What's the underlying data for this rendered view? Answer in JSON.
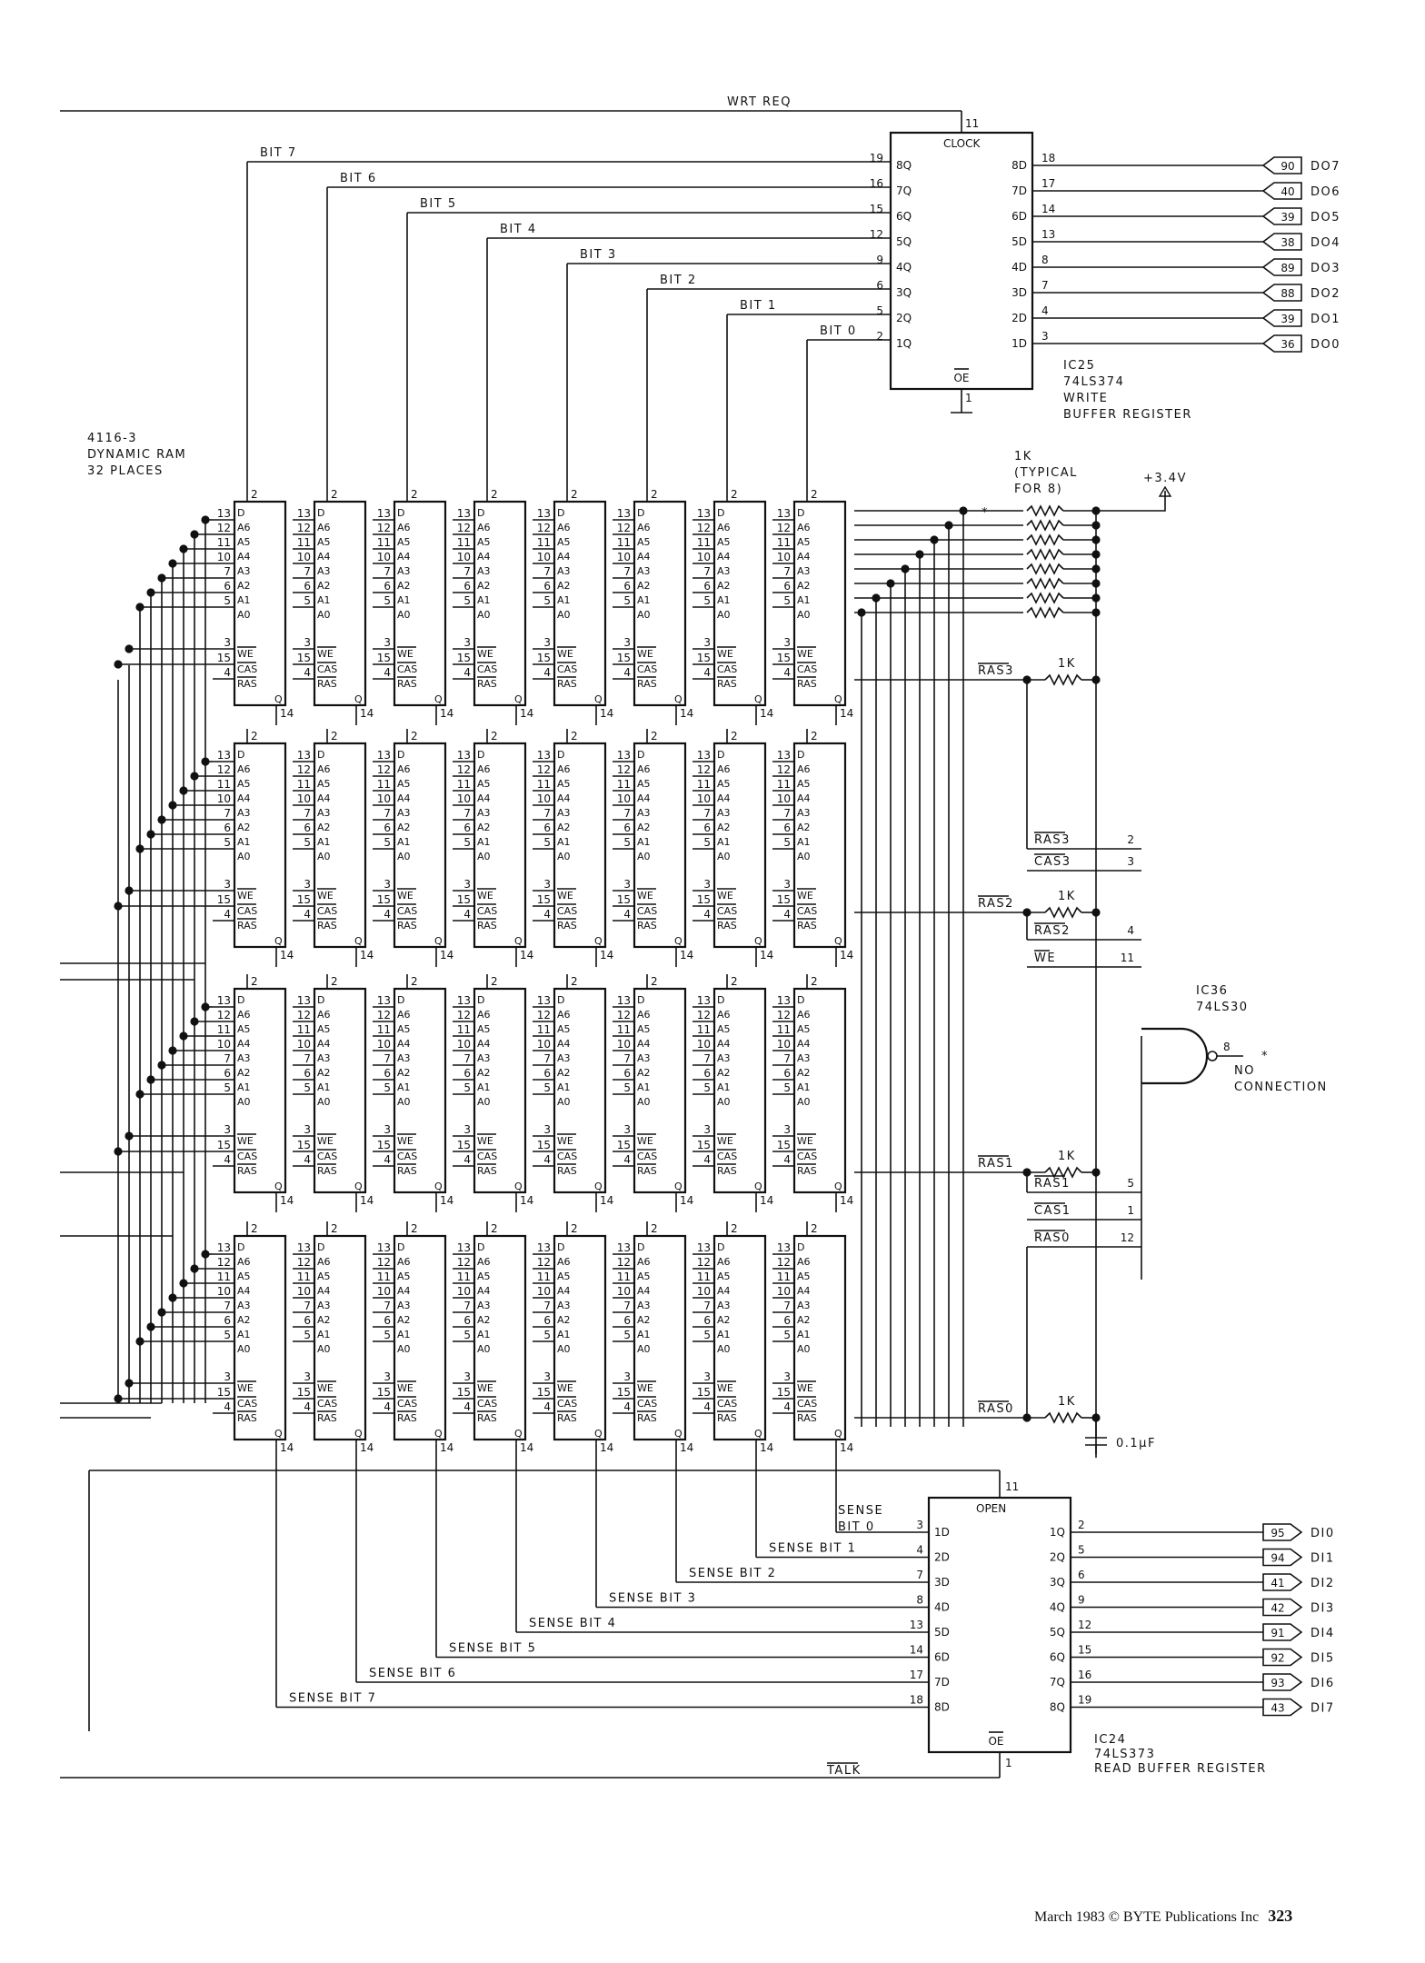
{
  "ram": {
    "title": [
      "4116-3",
      "DYNAMIC RAM",
      "32 PLACES"
    ],
    "chip_labels": [
      "D",
      "A6",
      "A5",
      "A4",
      "A3",
      "A2",
      "A1",
      "A0",
      "WE",
      "CAS",
      "RAS",
      "Q"
    ],
    "address_pins": [
      "13",
      "12",
      "11",
      "10",
      "7",
      "6",
      "5"
    ],
    "ctrl_pins": [
      "3",
      "15",
      "4"
    ],
    "pin_d": "2",
    "pin_q": "14"
  },
  "write_reg": {
    "clock_label": "CLOCK",
    "clock_pin": "11",
    "oe_label": "OE",
    "oe_pin": "1",
    "q_labels": [
      "8Q",
      "7Q",
      "6Q",
      "5Q",
      "4Q",
      "3Q",
      "2Q",
      "1Q"
    ],
    "q_pins": [
      "19",
      "16",
      "15",
      "12",
      "9",
      "6",
      "5",
      "2"
    ],
    "d_labels": [
      "8D",
      "7D",
      "6D",
      "5D",
      "4D",
      "3D",
      "2D",
      "1D"
    ],
    "d_pins": [
      "18",
      "17",
      "14",
      "13",
      "8",
      "7",
      "4",
      "3"
    ],
    "name": [
      "IC25",
      "74LS374",
      "WRITE",
      "BUFFER REGISTER"
    ]
  },
  "wrt_req": "WRT REQ",
  "bit_labels": [
    "BIT 7",
    "BIT 6",
    "BIT 5",
    "BIT 4",
    "BIT 3",
    "BIT 2",
    "BIT 1",
    "BIT 0"
  ],
  "data_out": {
    "connectors": [
      "90",
      "40",
      "39",
      "38",
      "89",
      "88",
      "39",
      "36"
    ],
    "signals": [
      "DO7",
      "DO6",
      "DO5",
      "DO4",
      "DO3",
      "DO2",
      "DO1",
      "DO0"
    ]
  },
  "pullup": {
    "resistor": "1K",
    "note": [
      "(TYPICAL",
      "FOR 8)"
    ],
    "supply": "+3.4V",
    "star": "*"
  },
  "nand": {
    "name": [
      "IC36",
      "74LS30"
    ],
    "out_pin": "8",
    "star": "*",
    "nc": [
      "NO",
      "CONNECTION"
    ],
    "inputs": [
      {
        "label": "RAS3",
        "pin": "2"
      },
      {
        "label": "CAS3",
        "pin": "3"
      },
      {
        "label": "RAS2",
        "pin": "4"
      },
      {
        "label": "WE",
        "pin": "11"
      },
      {
        "label": "RAS1",
        "pin": "5"
      },
      {
        "label": "CAS1",
        "pin": "1"
      },
      {
        "label": "RAS0",
        "pin": "12"
      }
    ]
  },
  "ras_lines": [
    "RAS3",
    "RAS2",
    "RAS1",
    "RAS0"
  ],
  "ras_resistor": "1K",
  "capacitor": "0.1μF",
  "read_reg": {
    "open_label": "OPEN",
    "open_pin": "11",
    "oe_label": "OE",
    "oe_pin": "1",
    "d_labels": [
      "1D",
      "2D",
      "3D",
      "4D",
      "5D",
      "6D",
      "7D",
      "8D"
    ],
    "d_pins": [
      "3",
      "4",
      "7",
      "8",
      "13",
      "14",
      "17",
      "18"
    ],
    "q_labels": [
      "1Q",
      "2Q",
      "3Q",
      "4Q",
      "5Q",
      "6Q",
      "7Q",
      "8Q"
    ],
    "q_pins": [
      "2",
      "5",
      "6",
      "9",
      "12",
      "15",
      "16",
      "19"
    ],
    "name": [
      "IC24",
      "74LS373",
      "READ BUFFER REGISTER"
    ]
  },
  "sense_labels": [
    "SENSE",
    "BIT 0",
    "SENSE BIT 1",
    "SENSE BIT 2",
    "SENSE BIT 3",
    "SENSE BIT 4",
    "SENSE BIT 5",
    "SENSE BIT 6",
    "SENSE BIT 7"
  ],
  "data_in": {
    "connectors": [
      "95",
      "94",
      "41",
      "42",
      "91",
      "92",
      "93",
      "43"
    ],
    "signals": [
      "DI0",
      "DI1",
      "DI2",
      "DI3",
      "DI4",
      "DI5",
      "DI6",
      "DI7"
    ]
  },
  "talk": "TALK",
  "footer": {
    "text": "March 1983 © BYTE Publications Inc",
    "page": "323"
  }
}
